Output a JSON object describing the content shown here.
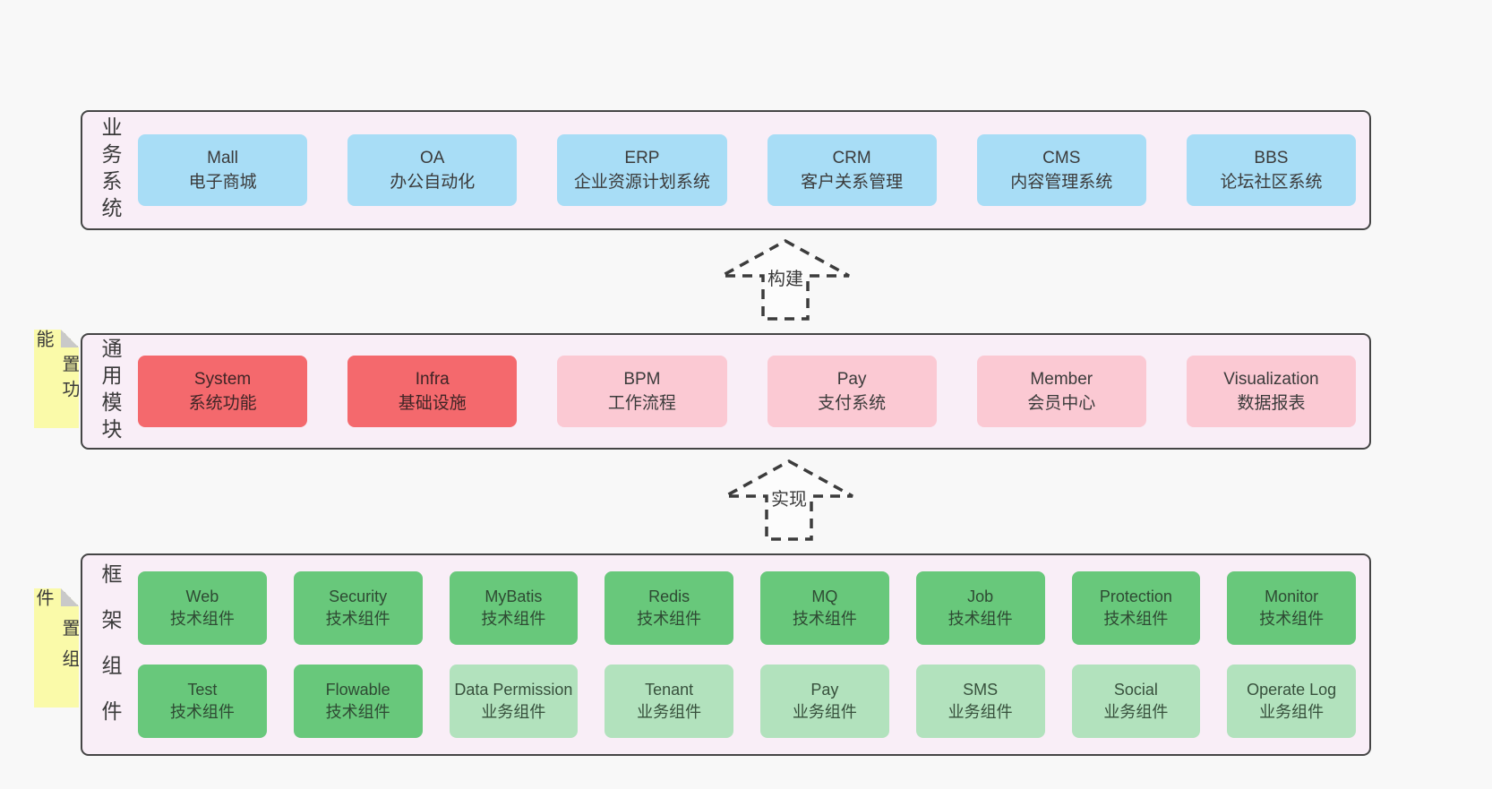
{
  "colors": {
    "page_bg": "#f8f8f8",
    "layer_bg": "#f9eef7",
    "layer_border": "#454545",
    "box_blue": "#a8ddf6",
    "box_red": "#f4696d",
    "box_pink": "#fbc9d3",
    "box_green": "#68c87b",
    "box_green_light": "#b2e2bd",
    "note_yellow": "#fafaa9",
    "note_fold_gray": "#c9c9c9",
    "text": "#3a3a3a"
  },
  "layer1": {
    "label": "业务系统",
    "boxes": [
      {
        "title": "Mall",
        "subtitle": "电子商城",
        "variant": "blue"
      },
      {
        "title": "OA",
        "subtitle": "办公自动化",
        "variant": "blue"
      },
      {
        "title": "ERP",
        "subtitle": "企业资源计划系统",
        "variant": "blue"
      },
      {
        "title": "CRM",
        "subtitle": "客户关系管理",
        "variant": "blue"
      },
      {
        "title": "CMS",
        "subtitle": "内容管理系统",
        "variant": "blue"
      },
      {
        "title": "BBS",
        "subtitle": "论坛社区系统",
        "variant": "blue"
      }
    ]
  },
  "arrow1": {
    "label": "构建"
  },
  "layer2": {
    "note": "内置功能",
    "label": "通用模块",
    "boxes": [
      {
        "title": "System",
        "subtitle": "系统功能",
        "variant": "red"
      },
      {
        "title": "Infra",
        "subtitle": "基础设施",
        "variant": "red"
      },
      {
        "title": "BPM",
        "subtitle": "工作流程",
        "variant": "pink"
      },
      {
        "title": "Pay",
        "subtitle": "支付系统",
        "variant": "pink"
      },
      {
        "title": "Member",
        "subtitle": "会员中心",
        "variant": "pink"
      },
      {
        "title": "Visualization",
        "subtitle": "数据报表",
        "variant": "pink"
      }
    ]
  },
  "arrow2": {
    "label": "实现"
  },
  "layer3": {
    "note": "内置组件",
    "label": "框架组件",
    "row1": [
      {
        "title": "Web",
        "subtitle": "技术组件",
        "variant": "green"
      },
      {
        "title": "Security",
        "subtitle": "技术组件",
        "variant": "green"
      },
      {
        "title": "MyBatis",
        "subtitle": "技术组件",
        "variant": "green"
      },
      {
        "title": "Redis",
        "subtitle": "技术组件",
        "variant": "green"
      },
      {
        "title": "MQ",
        "subtitle": "技术组件",
        "variant": "green"
      },
      {
        "title": "Job",
        "subtitle": "技术组件",
        "variant": "green"
      },
      {
        "title": "Protection",
        "subtitle": "技术组件",
        "variant": "green"
      },
      {
        "title": "Monitor",
        "subtitle": "技术组件",
        "variant": "green"
      }
    ],
    "row2": [
      {
        "title": "Test",
        "subtitle": "技术组件",
        "variant": "green"
      },
      {
        "title": "Flowable",
        "subtitle": "技术组件",
        "variant": "green"
      },
      {
        "title": "Data Permission",
        "subtitle": "业务组件",
        "variant": "green-light"
      },
      {
        "title": "Tenant",
        "subtitle": "业务组件",
        "variant": "green-light"
      },
      {
        "title": "Pay",
        "subtitle": "业务组件",
        "variant": "green-light"
      },
      {
        "title": "SMS",
        "subtitle": "业务组件",
        "variant": "green-light"
      },
      {
        "title": "Social",
        "subtitle": "业务组件",
        "variant": "green-light"
      },
      {
        "title": "Operate Log",
        "subtitle": "业务组件",
        "variant": "green-light"
      }
    ]
  }
}
